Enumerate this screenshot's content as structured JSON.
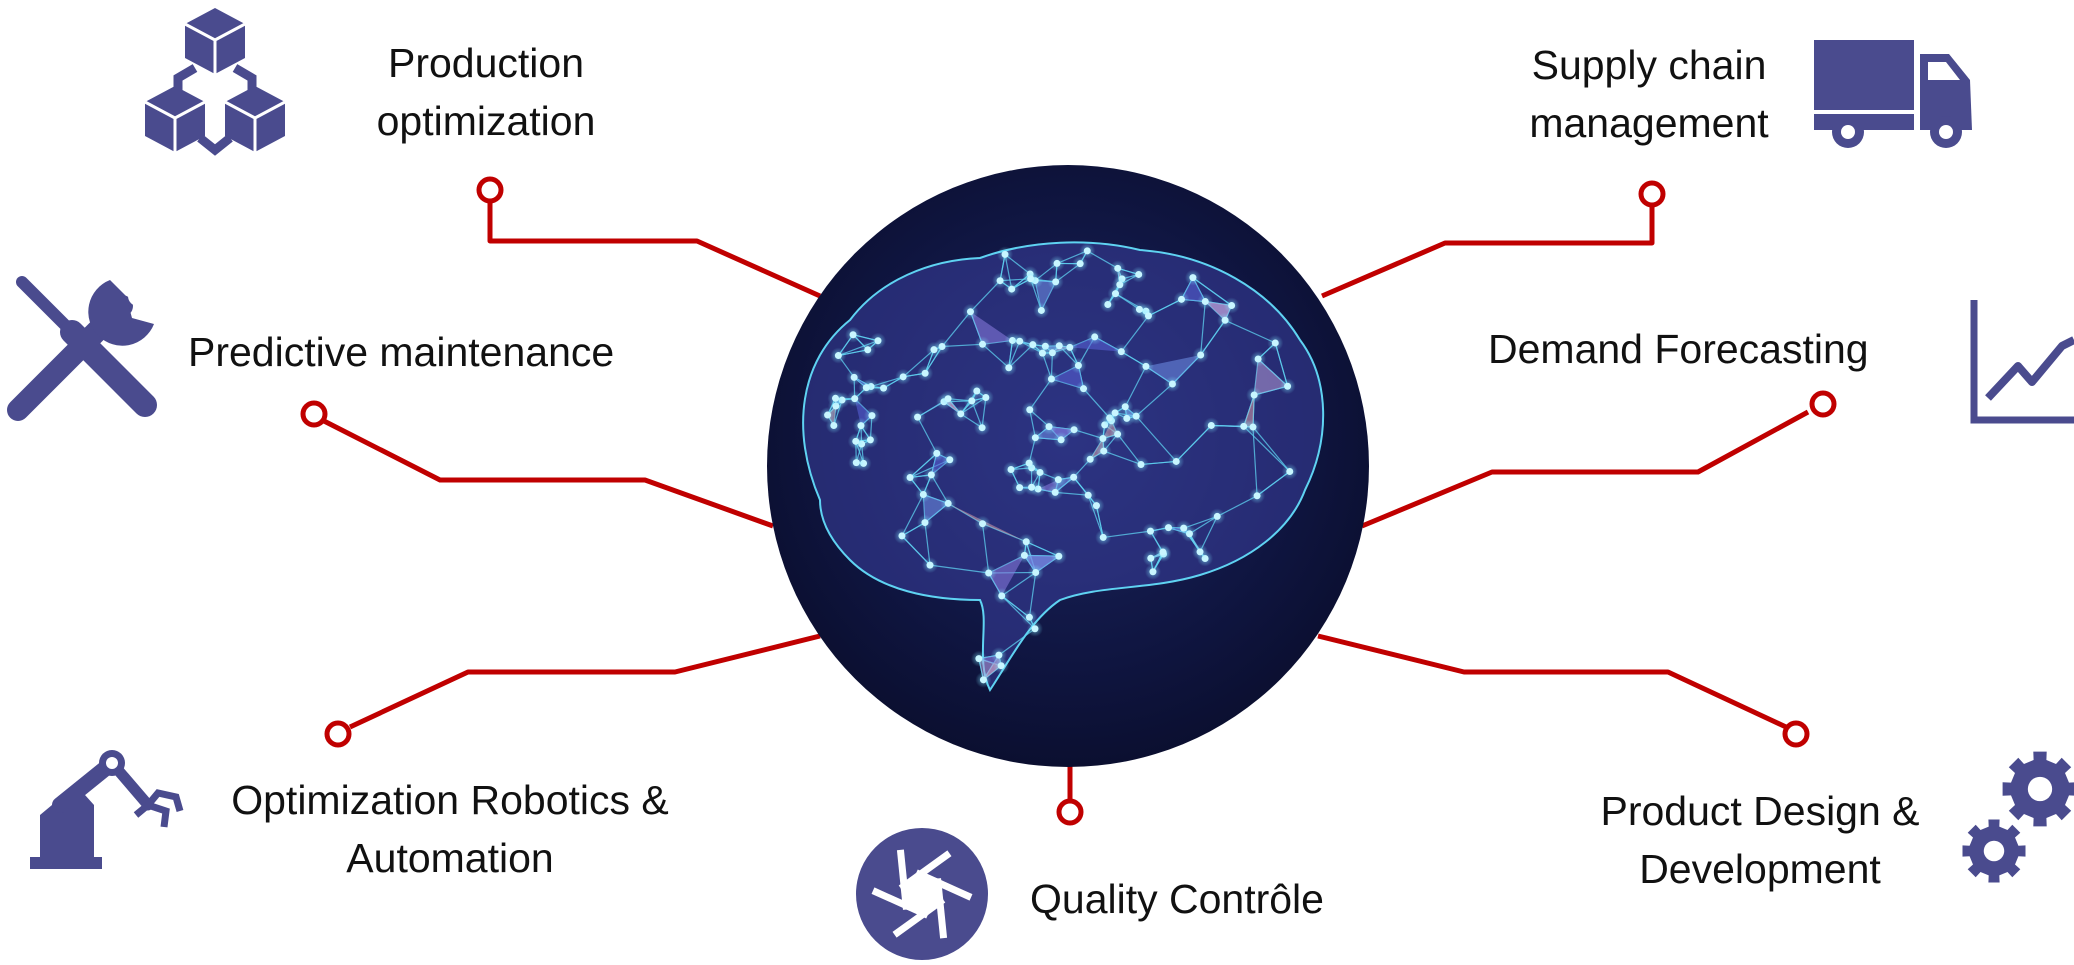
{
  "colors": {
    "icon": "#4a4b8e",
    "connector": "#c00000",
    "sphere": "#10143a",
    "network_node": "#7fe8ff",
    "network_line": "#5fd3f2"
  },
  "center": {
    "name": "brain-network-sphere"
  },
  "topics": [
    {
      "id": "production-optimization",
      "lines": [
        "Production",
        "optimization"
      ],
      "icon": "cubes-icon"
    },
    {
      "id": "supply-chain-management",
      "lines": [
        "Supply chain",
        "management"
      ],
      "icon": "truck-icon"
    },
    {
      "id": "predictive-maintenance",
      "lines": [
        "Predictive maintenance"
      ],
      "icon": "wrench-screwdriver-icon"
    },
    {
      "id": "demand-forecasting",
      "lines": [
        "Demand Forecasting"
      ],
      "icon": "trend-chart-icon"
    },
    {
      "id": "optimization-robotics-automation",
      "lines": [
        "Optimization Robotics &",
        "Automation"
      ],
      "icon": "robot-arm-icon"
    },
    {
      "id": "quality-controle",
      "lines": [
        "Quality Contrôle"
      ],
      "icon": "aperture-icon"
    },
    {
      "id": "product-design-development",
      "lines": [
        "Product Design &",
        "Development"
      ],
      "icon": "gears-icon"
    }
  ]
}
